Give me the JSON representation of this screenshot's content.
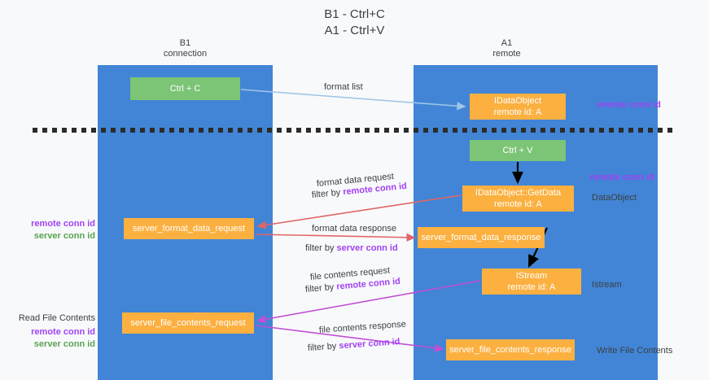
{
  "title": "B1 - Ctrl+C\nA1 - Ctrl+V",
  "title_line1": "B1 - Ctrl+C",
  "title_line2": "A1 - Ctrl+V",
  "columns": {
    "left": {
      "name": "B1",
      "role": "connection",
      "color": "#4285d6"
    },
    "right": {
      "name": "A1",
      "role": "remote",
      "color": "#4285d6"
    }
  },
  "colors": {
    "column": "#4285d6",
    "green_node": "#7cc576",
    "orange_node": "#fbb040",
    "remote_conn_id": "#a142f4",
    "server_conn_id": "#5aa454",
    "arrow_blue": "#9fc5e8",
    "arrow_red": "#e06666",
    "arrow_purple": "#c24fd4",
    "arrow_black": "#000000",
    "divider": "#2b2b2b",
    "background": "#f8f9fa"
  },
  "nodes": {
    "ctrl_c": {
      "line1": "Ctrl + C",
      "line2": "",
      "style": "green"
    },
    "idataobject": {
      "line1": "IDataObject",
      "line2": "remote id: A",
      "style": "orange"
    },
    "ctrl_v": {
      "line1": "Ctrl + V",
      "line2": "",
      "style": "green"
    },
    "getdata": {
      "line1": "IDataObject::GetData",
      "line2": "remote id: A",
      "style": "orange"
    },
    "sfd_request": {
      "line1": "server_format_data_request",
      "line2": "",
      "style": "orange"
    },
    "sfd_response": {
      "line1": "server_format_data_response",
      "line2": "",
      "style": "orange"
    },
    "istream": {
      "line1": "IStream",
      "line2": "remote id: A",
      "style": "orange"
    },
    "sfc_request": {
      "line1": "server_file_contents_request",
      "line2": "",
      "style": "orange"
    },
    "sfc_response": {
      "line1": "server_file_contents_response",
      "line2": "",
      "style": "orange"
    }
  },
  "edge_labels": {
    "format_list": "format list",
    "format_data_request": "format data request",
    "format_data_request_filter_prefix": "filter by ",
    "format_data_request_filter_value": "remote conn id",
    "format_data_response": "format data response",
    "format_data_response_filter_prefix": "filter by ",
    "format_data_response_filter_value": "server conn id",
    "file_contents_request": "file contents request",
    "file_contents_request_filter_prefix": "filter by ",
    "file_contents_request_filter_value": "remote conn id",
    "file_contents_response": "file contents response",
    "file_contents_response_filter_prefix": "filter by ",
    "file_contents_response_filter_value": "server conn id"
  },
  "annotations": {
    "remote_conn_id_top": "remote conn id",
    "remote_conn_id_mid": "remote conn id",
    "dataobject": "DataObject",
    "istream": "Istream",
    "write_file_contents": "Write File Contents",
    "read_file_contents": "Read File Contents",
    "left_remote_conn_id_1": "remote conn id",
    "left_server_conn_id_1": "server conn id",
    "left_remote_conn_id_2": "remote conn id",
    "left_server_conn_id_2": "server conn id"
  }
}
